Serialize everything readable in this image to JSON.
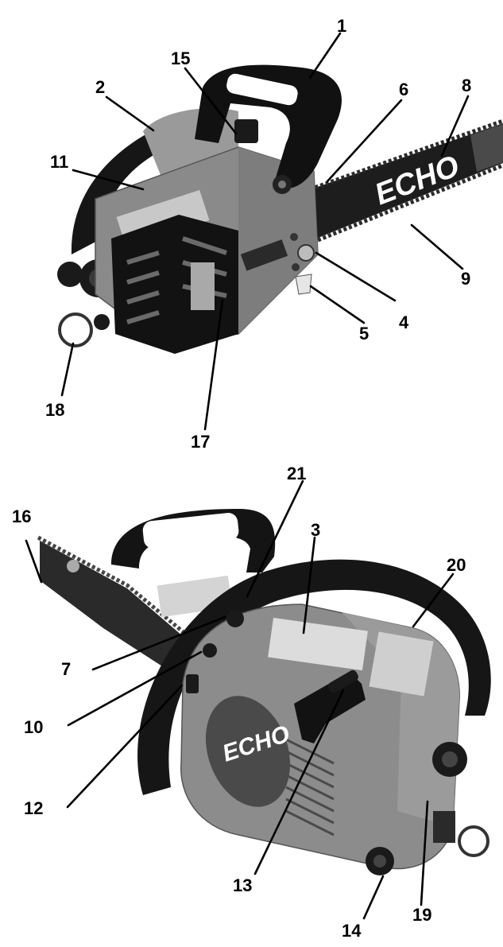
{
  "figure": {
    "brand_logo_text": "ECHO",
    "colors": {
      "housing": "#8a8a8a",
      "housing_dark": "#5d5d5d",
      "handle": "#161616",
      "bar": "#1d1d1d",
      "background": "#ffffff"
    },
    "top_view": {
      "callouts": [
        "1",
        "15",
        "2",
        "6",
        "8",
        "11",
        "4",
        "9",
        "5",
        "18",
        "17"
      ]
    },
    "bottom_view": {
      "callouts": [
        "21",
        "16",
        "3",
        "20",
        "7",
        "10",
        "12",
        "13",
        "19",
        "14"
      ]
    }
  }
}
